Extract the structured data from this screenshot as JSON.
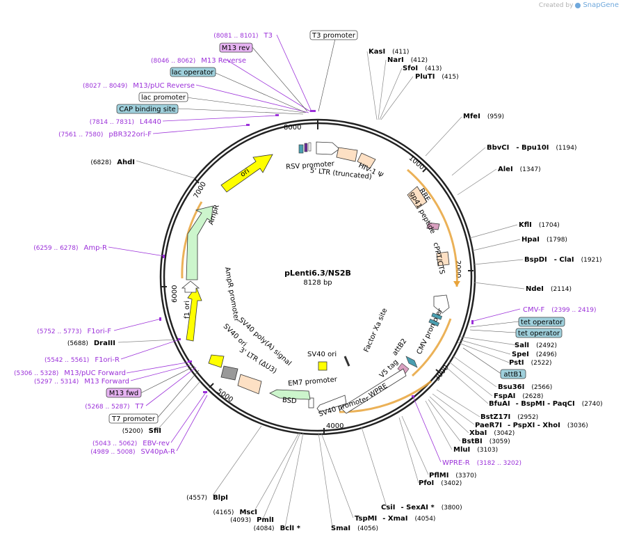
{
  "brand": {
    "prefix": "Created by",
    "name": "SnapGene"
  },
  "title": "pLenti6.3/NS2B",
  "length": "8128 bp",
  "ticks": [
    "1000",
    "2000",
    "3000",
    "4000",
    "5000",
    "6000",
    "7000",
    "8000"
  ],
  "features": [
    {
      "id": "rsv",
      "label": "RSV promoter",
      "color": "#ffffff"
    },
    {
      "id": "ltr5",
      "label": "5' LTR (truncated)",
      "color": "#fde0c4"
    },
    {
      "id": "hivpsi",
      "label": "HIV-1 Ψ",
      "color": "#fde0c4"
    },
    {
      "id": "rre",
      "label": "RRE",
      "color": "#fde0c4"
    },
    {
      "id": "gp41",
      "label": "gp41 peptide",
      "color": "#d9a0c0"
    },
    {
      "id": "cppt",
      "label": "cPPT/CTS",
      "color": "#fde0c4"
    },
    {
      "id": "cmv",
      "label": "CMV promoter",
      "color": "#ffffff"
    },
    {
      "id": "attb2",
      "label": "attB2",
      "color": "#4a9eb0"
    },
    {
      "id": "v5",
      "label": "V5 tag",
      "color": "#d9a0c0"
    },
    {
      "id": "wpre",
      "label": "WPRE",
      "color": "#ffffff"
    },
    {
      "id": "sv40p",
      "label": "SV40 promoter",
      "color": "#ffffff"
    },
    {
      "id": "em7",
      "label": "EM7 promoter",
      "color": "#ffffff"
    },
    {
      "id": "bsd",
      "label": "BSD",
      "color": "#ccf5cc"
    },
    {
      "id": "ltr3",
      "label": "3' LTR (ΔU3)",
      "color": "#fde0c4"
    },
    {
      "id": "sv40pa",
      "label": "SV40 poly(A) signal",
      "color": "#999999"
    },
    {
      "id": "sv40ori",
      "label": "SV40 ori",
      "color": "#ffff00"
    },
    {
      "id": "f1ori",
      "label": "f1 ori",
      "color": "#ffff00"
    },
    {
      "id": "amppro",
      "label": "AmpR promoter",
      "color": "#ffffff"
    },
    {
      "id": "ampr",
      "label": "AmpR",
      "color": "#ccf5cc"
    },
    {
      "id": "ori",
      "label": "ori",
      "color": "#ffff00"
    },
    {
      "id": "sv40ori_inner",
      "label": "SV40 ori",
      "color": "#ffff00"
    },
    {
      "id": "factorxa",
      "label": "Factor Xa site",
      "color": "#ffffff"
    }
  ],
  "enzymes_right": [
    {
      "name": "KasI",
      "pos": "(411)"
    },
    {
      "name": "NarI",
      "pos": "(412)"
    },
    {
      "name": "SfoI",
      "pos": "(413)"
    },
    {
      "name": "PluTI",
      "pos": "(415)"
    },
    {
      "name": "MfeI",
      "pos": "(959)"
    },
    {
      "name": "BbvCI",
      "name2": "- Bpu10I",
      "pos": "(1194)"
    },
    {
      "name": "AleI",
      "pos": "(1347)"
    },
    {
      "name": "KflI",
      "pos": "(1704)"
    },
    {
      "name": "HpaI",
      "pos": "(1798)"
    },
    {
      "name": "BspDI",
      "name2": "- ClaI",
      "pos": "(1921)"
    },
    {
      "name": "NdeI",
      "pos": "(2114)"
    },
    {
      "name": "SalI",
      "pos": "(2492)"
    },
    {
      "name": "SpeI",
      "pos": "(2496)"
    },
    {
      "name": "PstI",
      "pos": "(2522)"
    },
    {
      "name": "Bsu36I",
      "pos": "(2566)"
    },
    {
      "name": "FspAI",
      "pos": "(2628)"
    },
    {
      "name": "BfuAI",
      "name2": "- BspMI - PaqCI",
      "pos": "(2740)"
    },
    {
      "name": "BstZ17I",
      "pos": "(2952)"
    },
    {
      "name": "PaeR7I",
      "name2": "- PspXI - XhoI",
      "pos": "(3036)"
    },
    {
      "name": "XbaI",
      "pos": "(3042)"
    },
    {
      "name": "BstBI",
      "pos": "(3059)"
    },
    {
      "name": "MluI",
      "pos": "(3103)"
    },
    {
      "name": "PflMI",
      "pos": "(3370)"
    },
    {
      "name": "PfoI",
      "pos": "(3402)"
    },
    {
      "name": "CsiI",
      "name2": "- SexAI *",
      "pos": "(3800)"
    },
    {
      "name": "TspMI",
      "name2": "- XmaI",
      "pos": "(4054)"
    },
    {
      "name": "SmaI",
      "pos": "(4056)"
    }
  ],
  "enzymes_left": [
    {
      "name": "AhdI",
      "pos": "(6828)"
    },
    {
      "name": "DraIII",
      "pos": "(5688)"
    },
    {
      "name": "SfiI",
      "pos": "(5200)"
    },
    {
      "name": "BlpI",
      "pos": "(4557)"
    },
    {
      "name": "MscI",
      "pos": "(4165)"
    },
    {
      "name": "PmlI",
      "pos": "(4093)"
    },
    {
      "name": "BclI *",
      "pos": "(4084)"
    }
  ],
  "primers": [
    {
      "name": "T3",
      "pos": "(8081 .. 8101)"
    },
    {
      "name": "M13 Reverse",
      "pos": "(8046 .. 8062)"
    },
    {
      "name": "M13/pUC Reverse",
      "pos": "(8027 .. 8049)"
    },
    {
      "name": "L4440",
      "pos": "(7814 .. 7831)"
    },
    {
      "name": "pBR322ori-F",
      "pos": "(7561 .. 7580)"
    },
    {
      "name": "Amp-R",
      "pos": "(6259 .. 6278)"
    },
    {
      "name": "F1ori-F",
      "pos": "(5752 .. 5773)"
    },
    {
      "name": "F1ori-R",
      "pos": "(5542 .. 5561)"
    },
    {
      "name": "M13/pUC Forward",
      "pos": "(5306 .. 5328)"
    },
    {
      "name": "M13 Forward",
      "pos": "(5297 .. 5314)"
    },
    {
      "name": "T7",
      "pos": "(5268 .. 5287)"
    },
    {
      "name": "EBV-rev",
      "pos": "(5043 .. 5062)"
    },
    {
      "name": "SV40pA-R",
      "pos": "(4989 .. 5008)"
    },
    {
      "name": "CMV-F",
      "pos": "(2399 .. 2419)"
    },
    {
      "name": "WPRE-R",
      "pos": "(3182 .. 3202)"
    }
  ],
  "boxed_labels": [
    {
      "name": "T3 promoter",
      "color": "#ffffff"
    },
    {
      "name": "M13 rev",
      "color": "#e6b3f2"
    },
    {
      "name": "lac operator",
      "color": "#9fd0dc"
    },
    {
      "name": "lac promoter",
      "color": "#ffffff"
    },
    {
      "name": "CAP binding site",
      "color": "#9fd0dc"
    },
    {
      "name": "tet operator",
      "color": "#9fd0dc"
    },
    {
      "name": "tet operator",
      "color": "#9fd0dc"
    },
    {
      "name": "attB1",
      "color": "#9fd0dc"
    },
    {
      "name": "M13 fwd",
      "color": "#e6b3f2"
    },
    {
      "name": "T7 promoter",
      "color": "#ffffff"
    }
  ],
  "colors": {
    "backbone": "#222222",
    "enzyme_line": "#888888",
    "primer": "#9b30d9",
    "highlight": "#e8a33a"
  }
}
